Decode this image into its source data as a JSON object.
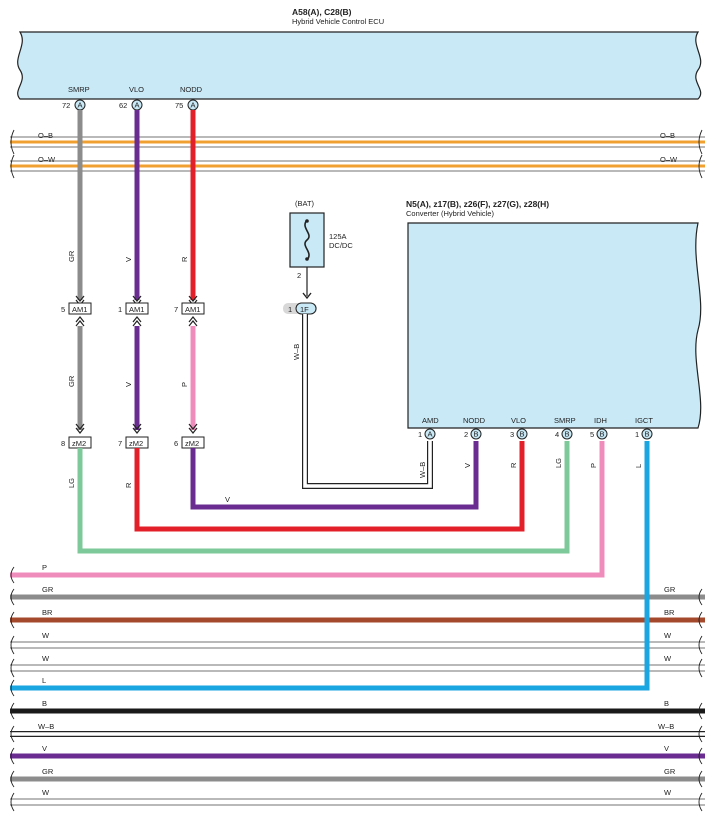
{
  "colors": {
    "component_fill": "#c9e9f7",
    "connector_fill": "#c9e9f7",
    "gray": "#8c8c8c",
    "violet": "#6a2c91",
    "red": "#e3202a",
    "pink": "#f08cbc",
    "light_green": "#7ec99a",
    "blue": "#1aa6e0",
    "orange": "#f0a030",
    "brown": "#a5492c",
    "black": "#1a1a1a",
    "white": "#ffffff"
  },
  "ecu": {
    "connectors": "A58(A), C28(B)",
    "name": "Hybrid Vehicle Control ECU",
    "pins": [
      {
        "signal": "SMRP",
        "pin": "72",
        "conn": "A"
      },
      {
        "signal": "VLO",
        "pin": "62",
        "conn": "A"
      },
      {
        "signal": "NODD",
        "pin": "75",
        "conn": "A"
      }
    ]
  },
  "converter": {
    "connectors": "N5(A), z17(B), z26(F), z27(G), z28(H)",
    "name": "Converter (Hybrid Vehicle)",
    "pins": [
      {
        "signal": "AMD",
        "pin": "1",
        "conn": "A"
      },
      {
        "signal": "NODD",
        "pin": "2",
        "conn": "B"
      },
      {
        "signal": "VLO",
        "pin": "3",
        "conn": "B"
      },
      {
        "signal": "SMRP",
        "pin": "4",
        "conn": "B"
      },
      {
        "signal": "IDH",
        "pin": "5",
        "conn": "B"
      },
      {
        "signal": "IGCT",
        "pin": "1",
        "conn": "B"
      }
    ]
  },
  "fuse": {
    "source": "(BAT)",
    "rating": "125A",
    "name": "DC/DC",
    "pin": "2",
    "junction_pin": "1",
    "junction_id": "1F"
  },
  "junctions": {
    "am1": [
      {
        "pin": "5",
        "id": "AM1"
      },
      {
        "pin": "1",
        "id": "AM1"
      },
      {
        "pin": "7",
        "id": "AM1"
      }
    ],
    "zm2": [
      {
        "pin": "8",
        "id": "zM2"
      },
      {
        "pin": "7",
        "id": "zM2"
      },
      {
        "pin": "6",
        "id": "zM2"
      }
    ]
  },
  "wire_labels": {
    "smrp_upper": "GR",
    "smrp_mid": "GR",
    "smrp_lower": "LG",
    "vlo_upper": "V",
    "vlo_mid": "V",
    "vlo_lower": "R",
    "nodd_upper": "R",
    "nodd_mid": "P",
    "nodd_horizontal": "V",
    "fuse_wire": "W–B",
    "amd_wire": "W–B",
    "conv_nodd": "V",
    "conv_vlo": "R",
    "conv_smrp": "LG",
    "conv_idh": "P",
    "conv_igct": "L"
  },
  "top_buses": [
    {
      "left": "O–B",
      "right": "O–B"
    },
    {
      "left": "O–W",
      "right": "O–W"
    }
  ],
  "bottom_buses": [
    {
      "left": "P",
      "right": ""
    },
    {
      "left": "GR",
      "right": "GR"
    },
    {
      "left": "BR",
      "right": "BR"
    },
    {
      "left": "W",
      "right": "W"
    },
    {
      "left": "W",
      "right": "W"
    },
    {
      "left": "L",
      "right": ""
    },
    {
      "left": "B",
      "right": "B"
    },
    {
      "left": "W–B",
      "right": "W–B"
    },
    {
      "left": "V",
      "right": "V"
    },
    {
      "left": "GR",
      "right": "GR"
    },
    {
      "left": "W",
      "right": "W"
    }
  ]
}
